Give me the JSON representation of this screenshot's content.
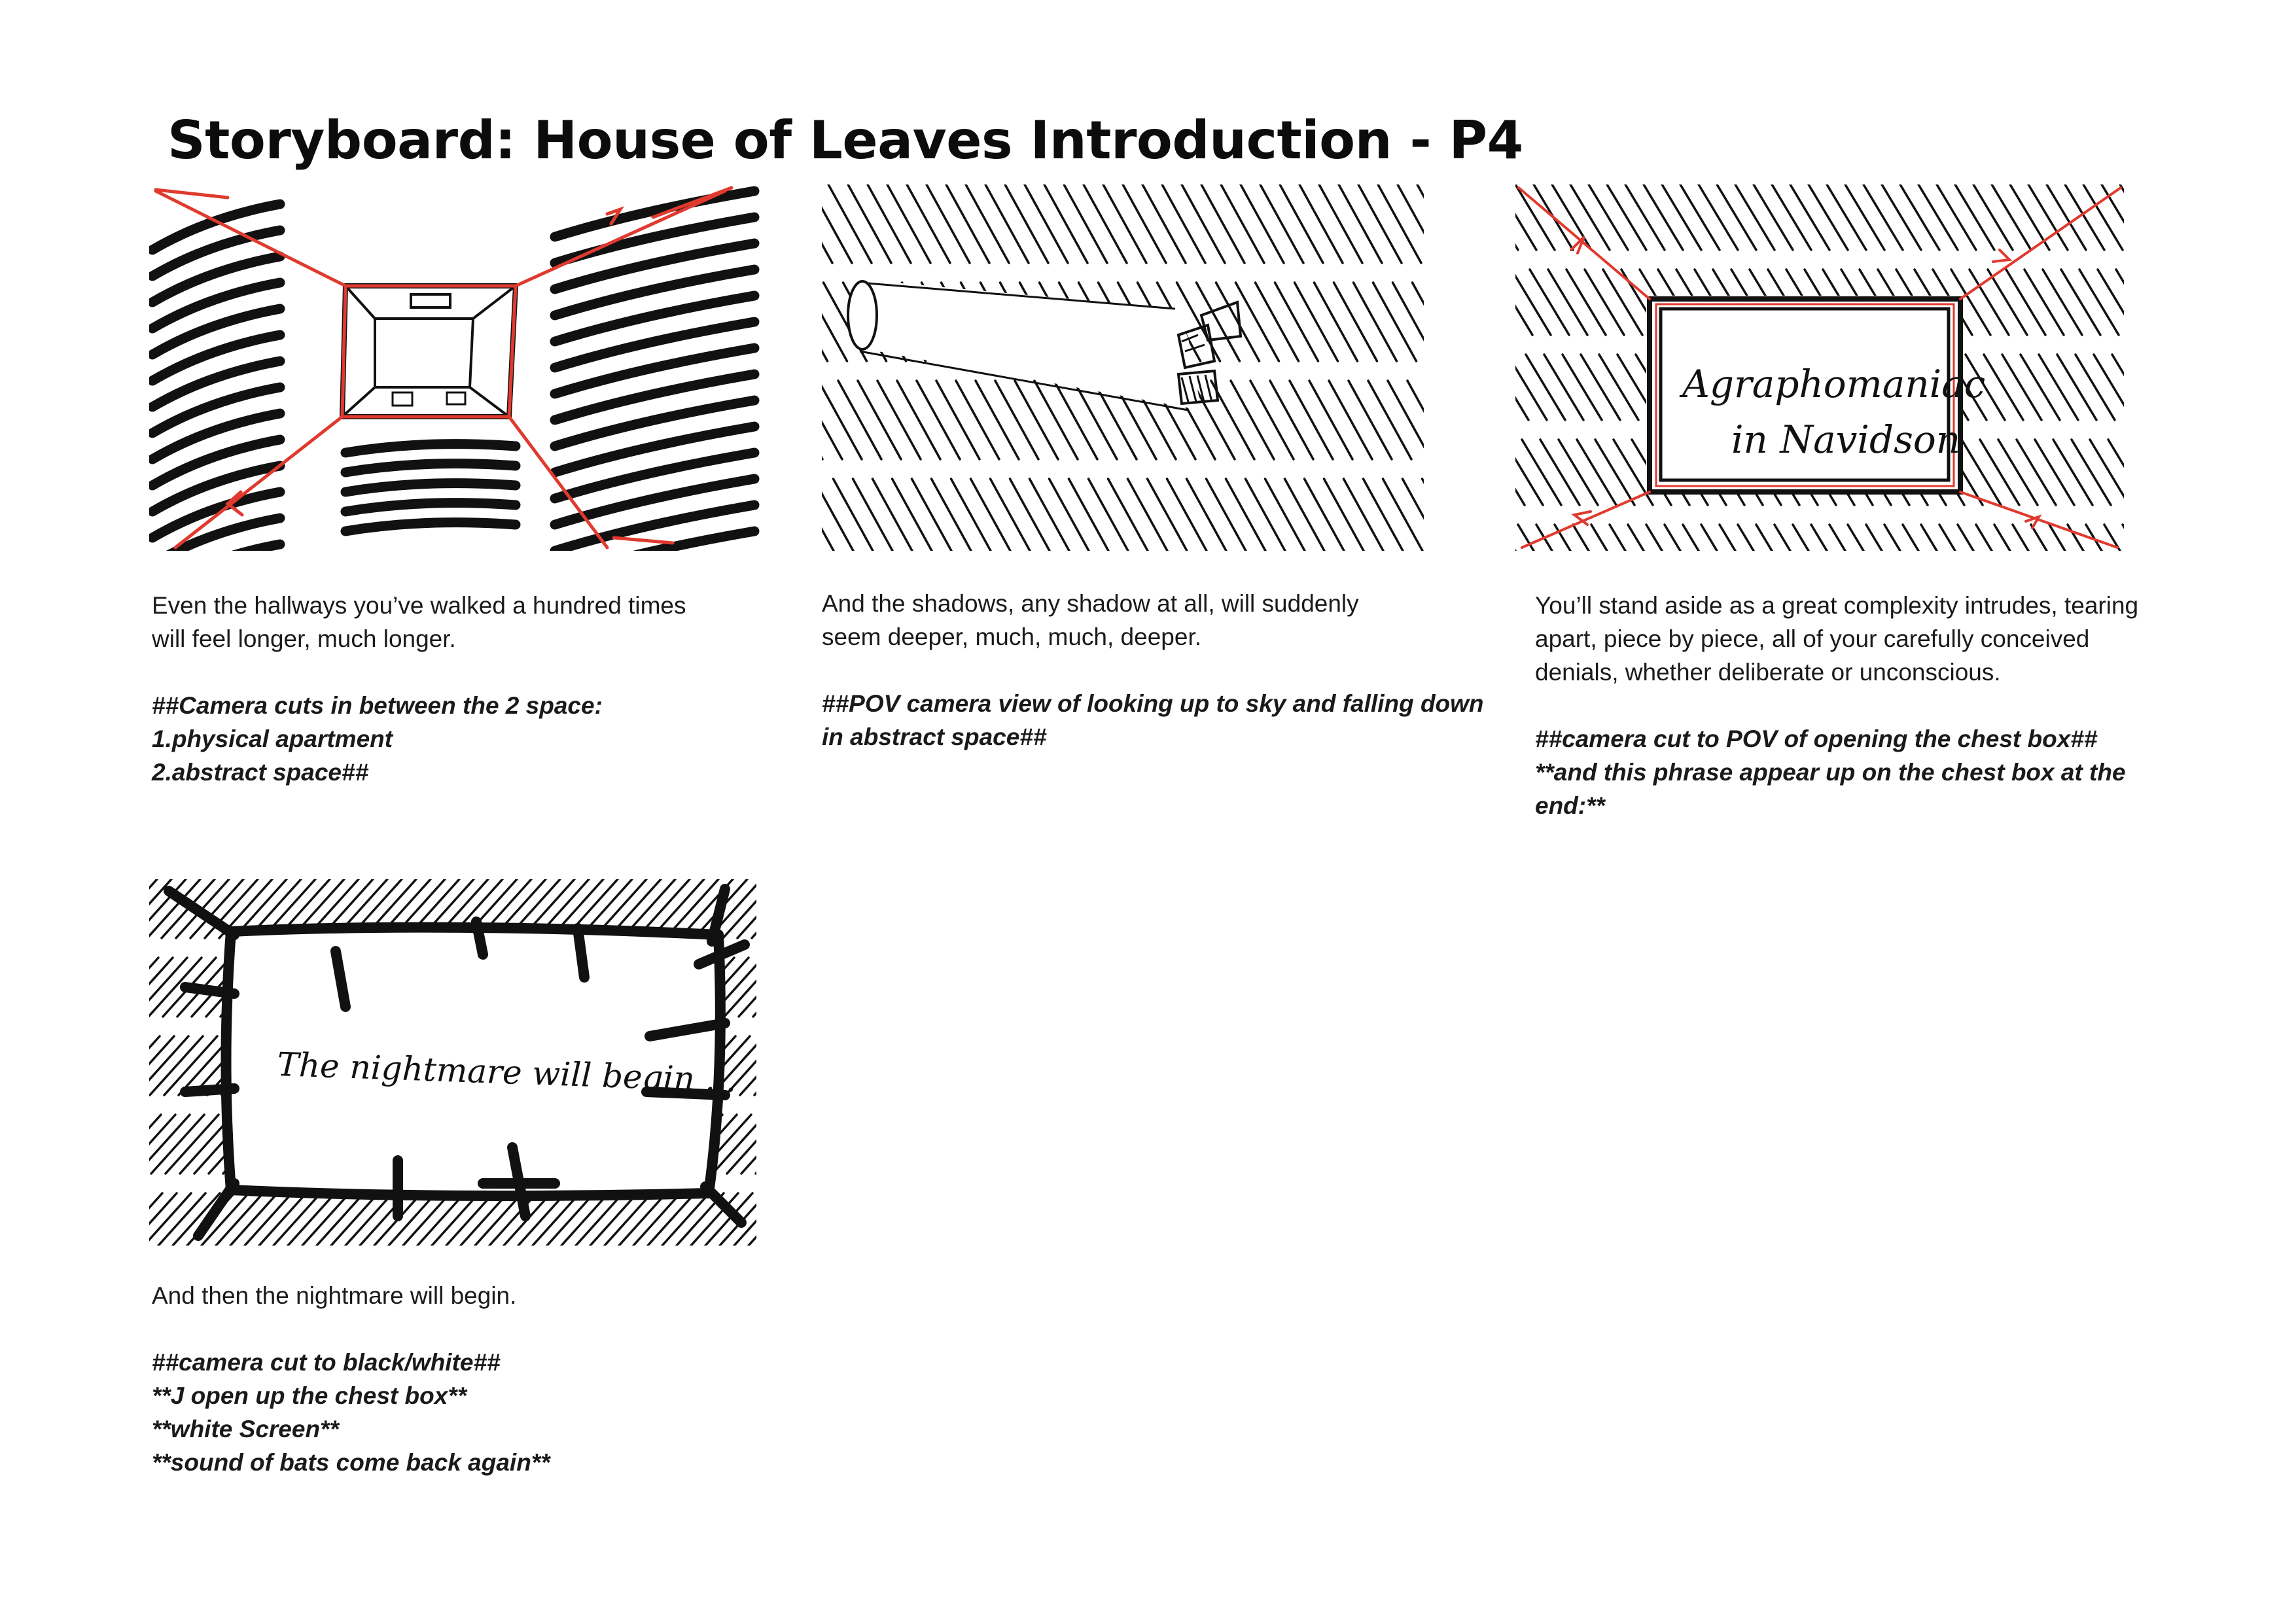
{
  "page": {
    "title": "Storyboard: House of Leaves Introduction - P4"
  },
  "colors": {
    "ink": "#111111",
    "accent_red": "#e03a2f",
    "paper": "#ffffff"
  },
  "panels": [
    {
      "id": "panel-1",
      "sketch": "hallway-perspective-sketch",
      "narration": [
        "Even the hallways you’ve walked a hundred times",
        "will feel longer, much longer."
      ],
      "notes": [
        "##Camera cuts in between the 2 space:",
        "1.physical apartment",
        "2.abstract space##"
      ]
    },
    {
      "id": "panel-2",
      "sketch": "falling-tube-sketch",
      "narration": [
        "And the shadows, any shadow at all, will suddenly",
        "seem deeper, much, much, deeper."
      ],
      "notes": [
        "##POV camera view of looking up to sky and falling down",
        "in abstract space##"
      ]
    },
    {
      "id": "panel-3",
      "sketch": "chest-box-sketch",
      "sketch_text": [
        "Agraphomaniac",
        "in Navidson"
      ],
      "narration": [
        "You’ll stand aside as a great complexity intrudes, tearing",
        "apart, piece by piece, all of your carefully conceived",
        "denials, whether deliberate or unconscious."
      ],
      "notes": [
        "##camera cut to POV of opening the chest box##",
        "**and this phrase appear up on the chest box at the",
        "end:**"
      ]
    },
    {
      "id": "panel-4",
      "sketch": "white-screen-sketch",
      "sketch_text": [
        "The nightmare will begin ..."
      ],
      "narration": [
        "And then the nightmare will begin."
      ],
      "notes": [
        "##camera cut to black/white##",
        "**J open up the chest box**",
        "**white Screen**",
        "**sound of bats come back again**"
      ]
    }
  ]
}
